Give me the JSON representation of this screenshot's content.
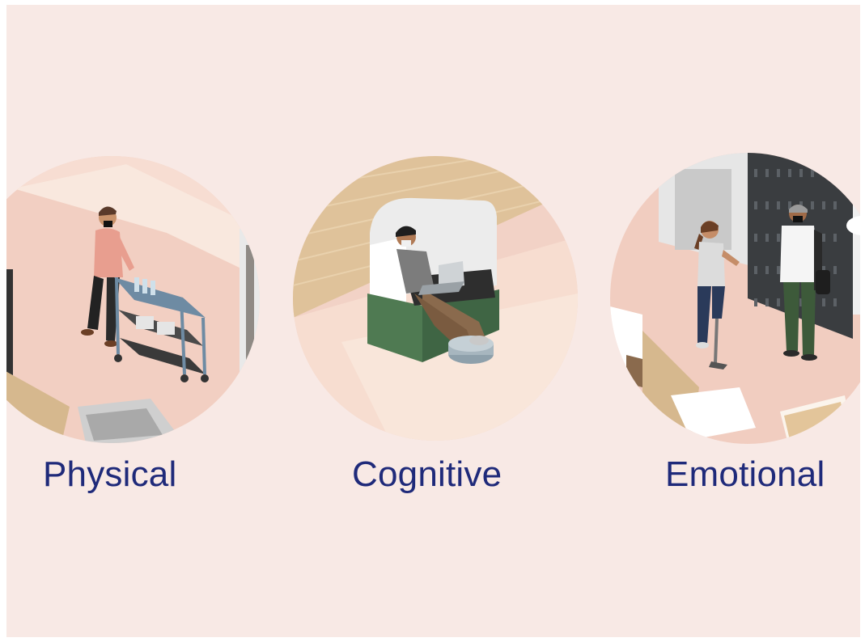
{
  "panels": [
    {
      "label": "Physical"
    },
    {
      "label": "Cognitive"
    },
    {
      "label": "Emotional"
    }
  ],
  "colors": {
    "background": "#f8e9e5",
    "label_text": "#1f2a7a",
    "floor_pink": "#f2cfc2",
    "wood": "#e3c59a",
    "green_pod": "#4f7a52"
  },
  "icons": [
    "person-pushing-cart-illustration",
    "person-in-pod-with-laptop-illustration",
    "two-people-talking-illustration"
  ]
}
